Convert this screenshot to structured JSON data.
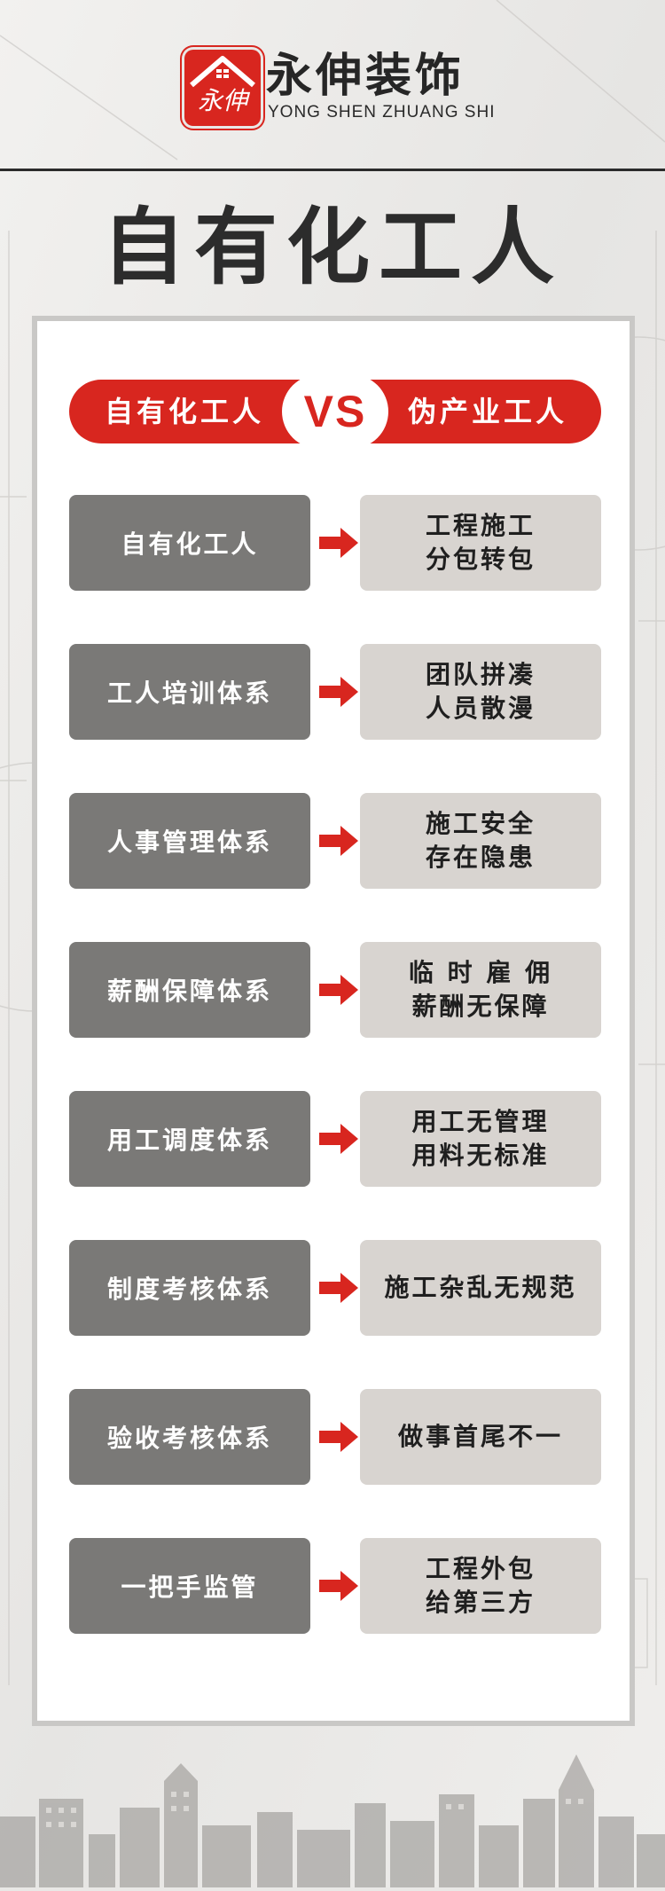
{
  "brand": {
    "name": "永伸装饰",
    "subtitle": "YONG SHEN ZHUANG SHI",
    "logo_text": "永伸"
  },
  "title": "自有化工人",
  "versus": {
    "left": "自有化工人",
    "middle": "VS",
    "right": "伪产业工人"
  },
  "comparisons": [
    {
      "left": "自有化工人",
      "right": [
        "工程施工",
        "分包转包"
      ]
    },
    {
      "left": "工人培训体系",
      "right": [
        "团队拼凑",
        "人员散漫"
      ]
    },
    {
      "left": "人事管理体系",
      "right": [
        "施工安全",
        "存在隐患"
      ]
    },
    {
      "left": "薪酬保障体系",
      "right": [
        "临 时 雇 佣",
        "薪酬无保障"
      ]
    },
    {
      "left": "用工调度体系",
      "right": [
        "用工无管理",
        "用料无标准"
      ]
    },
    {
      "left": "制度考核体系",
      "right": [
        "施工杂乱无规范"
      ]
    },
    {
      "left": "验收考核体系",
      "right": [
        "做事首尾不一"
      ]
    },
    {
      "left": "一把手监管",
      "right": [
        "工程外包",
        "给第三方"
      ]
    }
  ],
  "colors": {
    "accent_red": "#d8261f",
    "left_box_gray": "#7a7977",
    "right_box_light": "#d8d4d0"
  },
  "icons": [
    "house-logo-icon",
    "arrow-right-icon",
    "city-skyline-graphic"
  ]
}
